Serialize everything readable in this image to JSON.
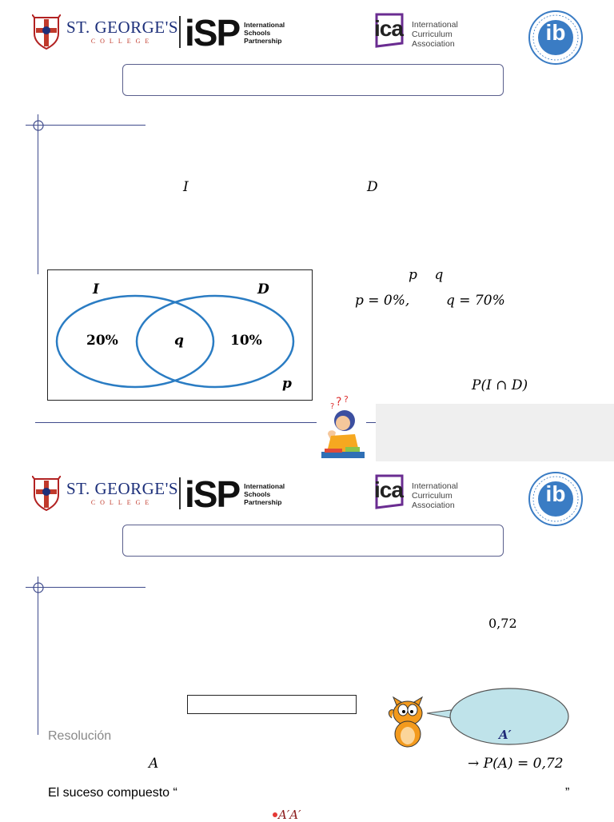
{
  "logos": {
    "st_george_name": "ST. GEORGE'S",
    "st_george_sub": "COLLEGE",
    "isp_mark": "iSP",
    "isp_lines": [
      "International",
      "Schools",
      "Partnership"
    ],
    "ica_mark": "ica",
    "ica_lines": [
      "International",
      "Curriculum",
      "Association"
    ],
    "ib_mark": "ib"
  },
  "page1": {
    "var_i": "I",
    "var_d": "D",
    "venn": {
      "label_i": "I",
      "label_d": "D",
      "left_value": "20%",
      "center_value": "q",
      "right_value": "10%",
      "outside_value": "p"
    },
    "right_vars": "p    q",
    "p_value": "p = 0%,",
    "q_value": "q = 70%",
    "prob_expr": "P(I ∩ D)"
  },
  "page2": {
    "value_072": "0,72",
    "cloud_label": "A′",
    "resolution_label": "Resolución",
    "event_a": "A",
    "prob_a": "→ P(A) = 0,72",
    "compound_event": "El suceso compuesto “",
    "compound_close": "”",
    "bottom_math": "A′A′"
  },
  "colors": {
    "accent_line": "#3f4b8c",
    "venn_stroke": "#2a7cc3",
    "cloud_fill": "#bfe3ea",
    "st_george_blue": "#1c2f7a",
    "ica_purple": "#6a2c91",
    "ib_blue": "#3a7cc4"
  },
  "icons": [
    "st-georges-crest-icon",
    "ica-logo-icon",
    "ib-seal-icon",
    "thinking-girl-icon",
    "garfield-icon"
  ]
}
